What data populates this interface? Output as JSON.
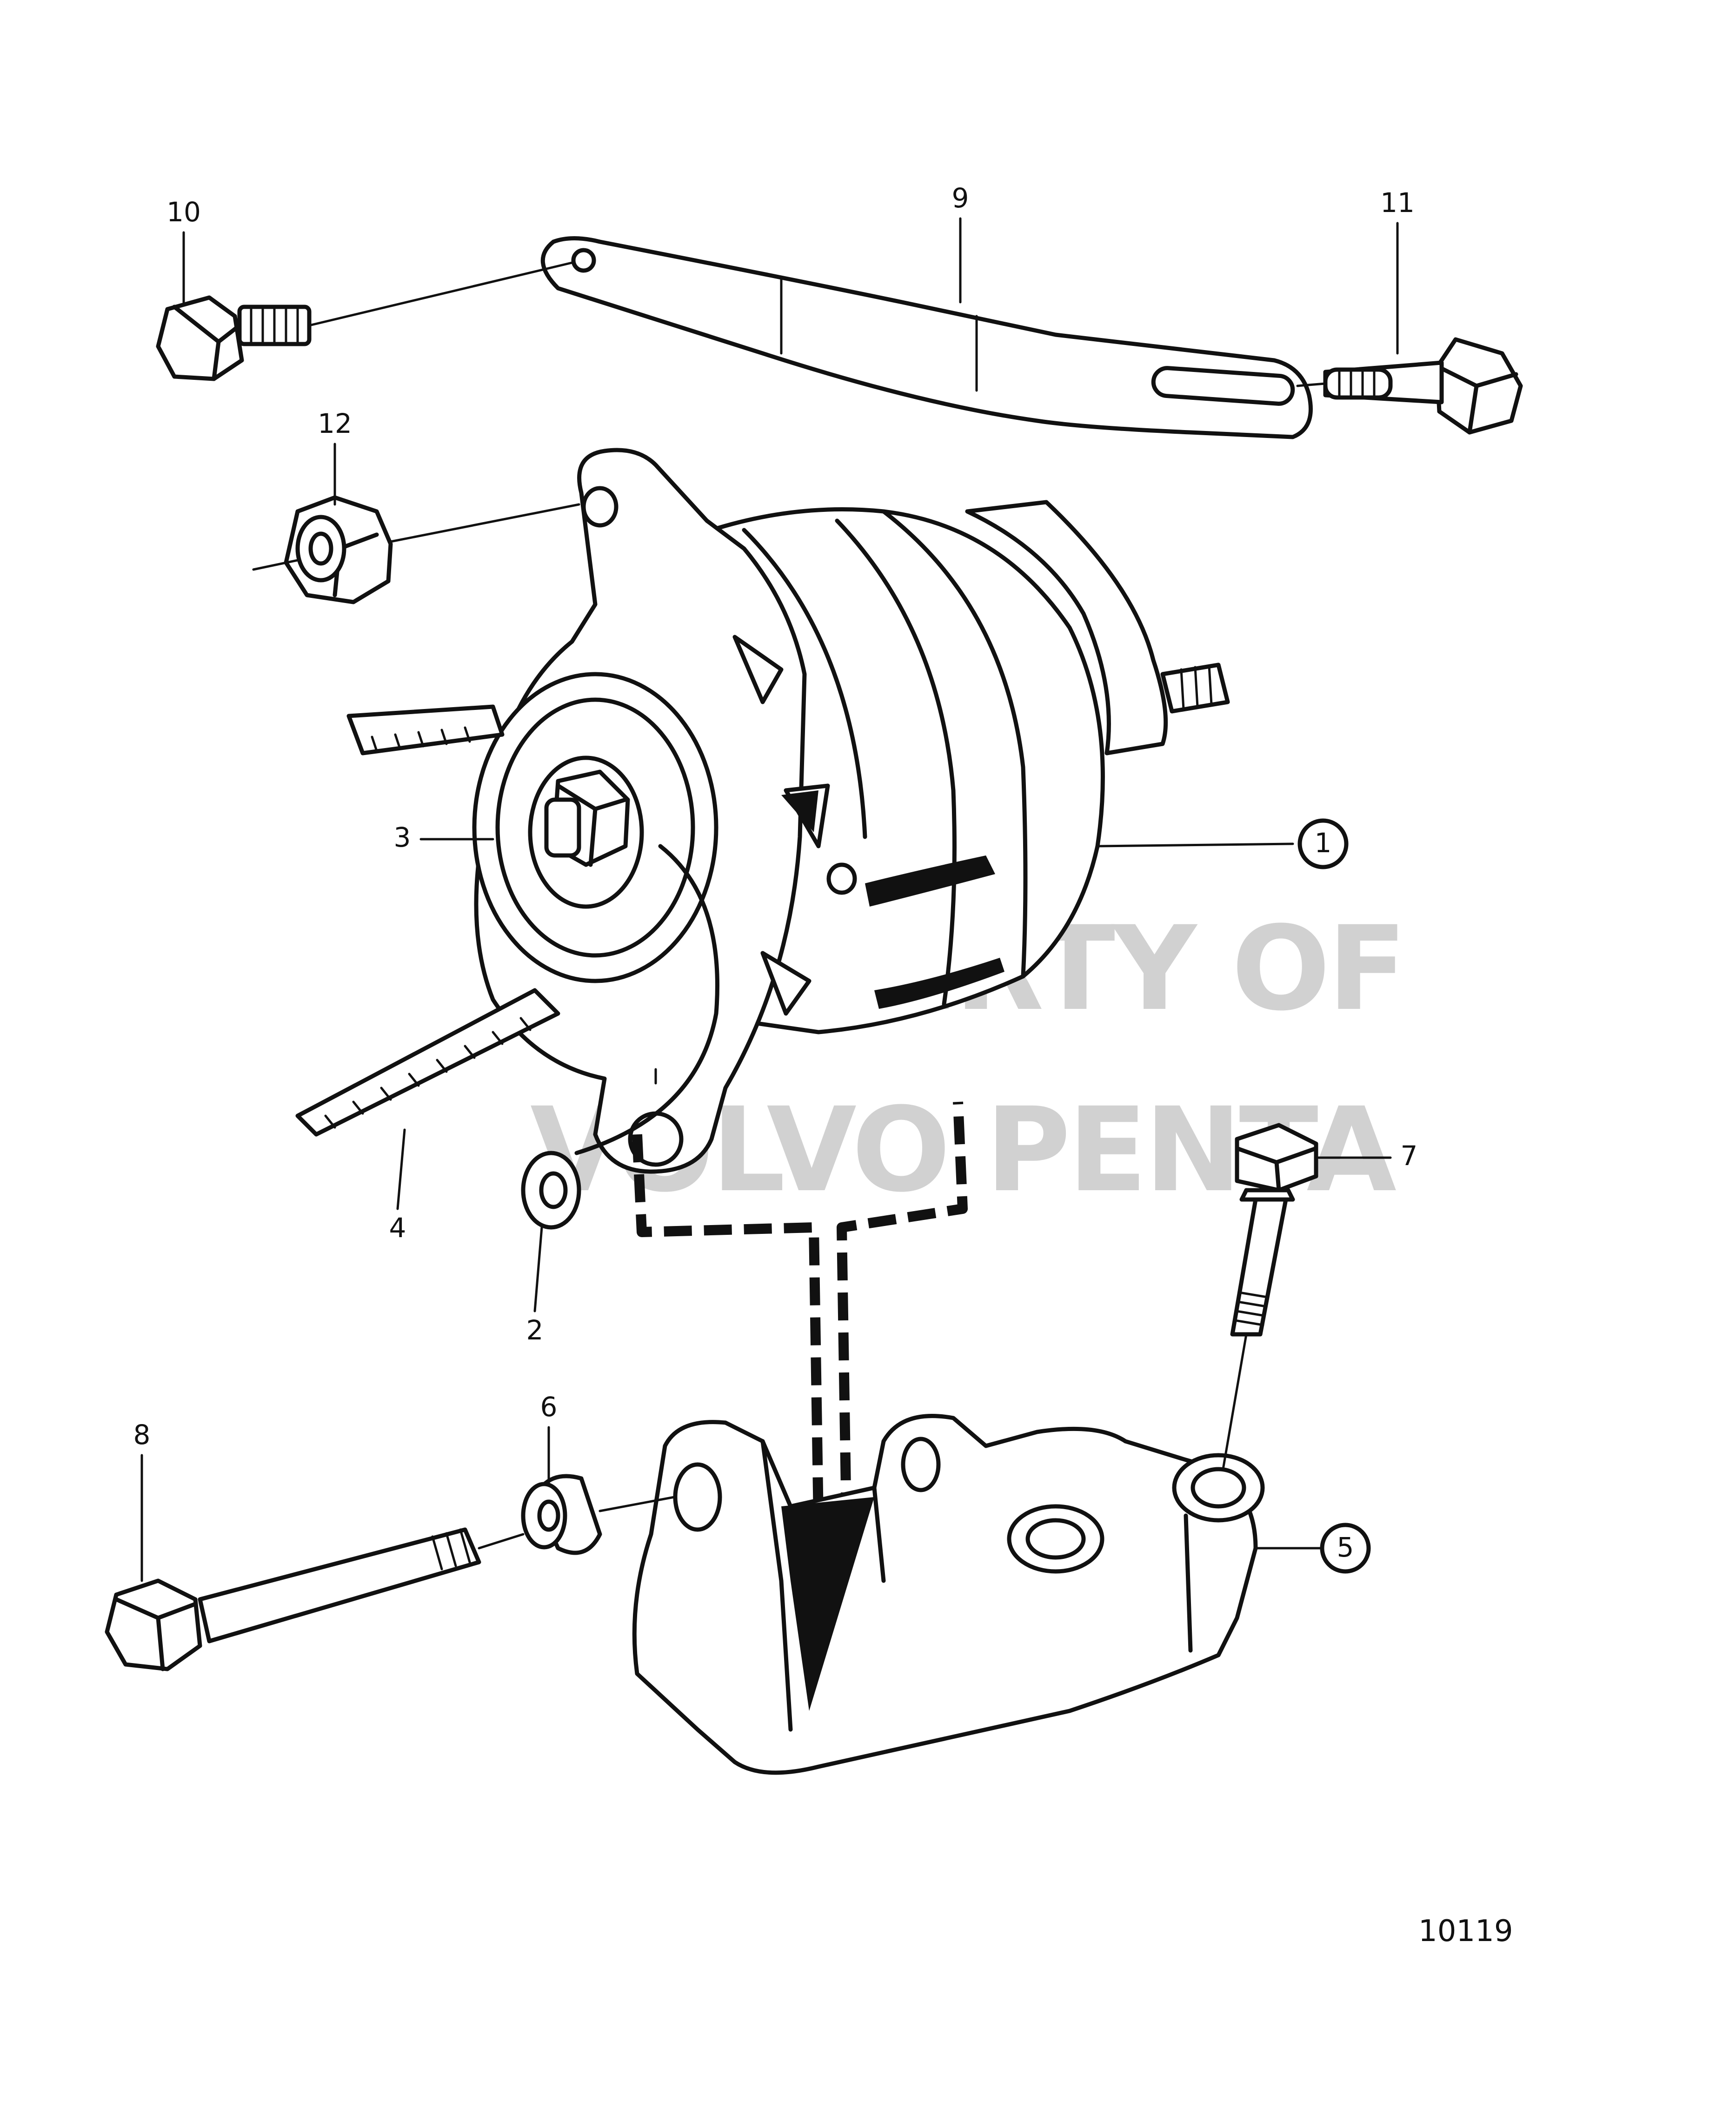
{
  "watermark": {
    "line1": "PROPERTY OF",
    "line2": "VOLVO PENTA"
  },
  "figure_number": "10119",
  "callouts": [
    {
      "id": "1",
      "circled": true
    },
    {
      "id": "2",
      "circled": false
    },
    {
      "id": "3",
      "circled": false
    },
    {
      "id": "4",
      "circled": false
    },
    {
      "id": "5",
      "circled": true
    },
    {
      "id": "6",
      "circled": false
    },
    {
      "id": "7",
      "circled": false
    },
    {
      "id": "8",
      "circled": false
    },
    {
      "id": "9",
      "circled": false
    },
    {
      "id": "10",
      "circled": false
    },
    {
      "id": "11",
      "circled": false
    },
    {
      "id": "12",
      "circled": false
    }
  ]
}
